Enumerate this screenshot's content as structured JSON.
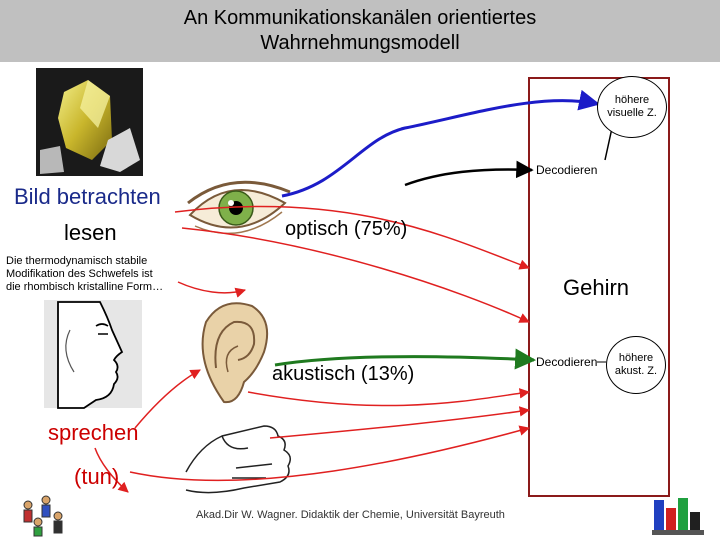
{
  "title": {
    "line1": "An Kommunikationskanälen orientiertes",
    "line2": "Wahrnehmungsmodell"
  },
  "labels": {
    "bild_betrachten": "Bild betrachten",
    "lesen": "lesen",
    "description": [
      "Die thermodynamisch stabile",
      "Modifikation des Schwefels ist",
      "die rhombisch kristalline Form…"
    ],
    "optisch": "optisch (75%)",
    "akustisch": "akustisch (13%)",
    "sprechen": "sprechen",
    "tun": "(tun)",
    "gehirn": "Gehirn",
    "decodieren_top": "Decodieren",
    "decodieren_bottom": "Decodieren",
    "hoehere_visuelle": [
      "höhere",
      "visuelle Z."
    ],
    "hoehere_akust": [
      "höhere",
      "akust. Z."
    ],
    "footer": "Akad.Dir W. Wagner. Didaktik der Chemie, Universität Bayreuth"
  },
  "colors": {
    "title_bg": "#c0c0c0",
    "brain_box": "#8b1a1a",
    "visual_line": "#1c1cc8",
    "auditory_line": "#1f7a1f",
    "red_arrow": "#e02020",
    "sprechen_text": "#cc0000",
    "tun_text": "#cc0000"
  },
  "icons": [
    "sulfur-crystal-image",
    "eye-icon",
    "face-profile-icon",
    "ear-icon",
    "hand-icon",
    "people-icon",
    "logo-icon"
  ]
}
